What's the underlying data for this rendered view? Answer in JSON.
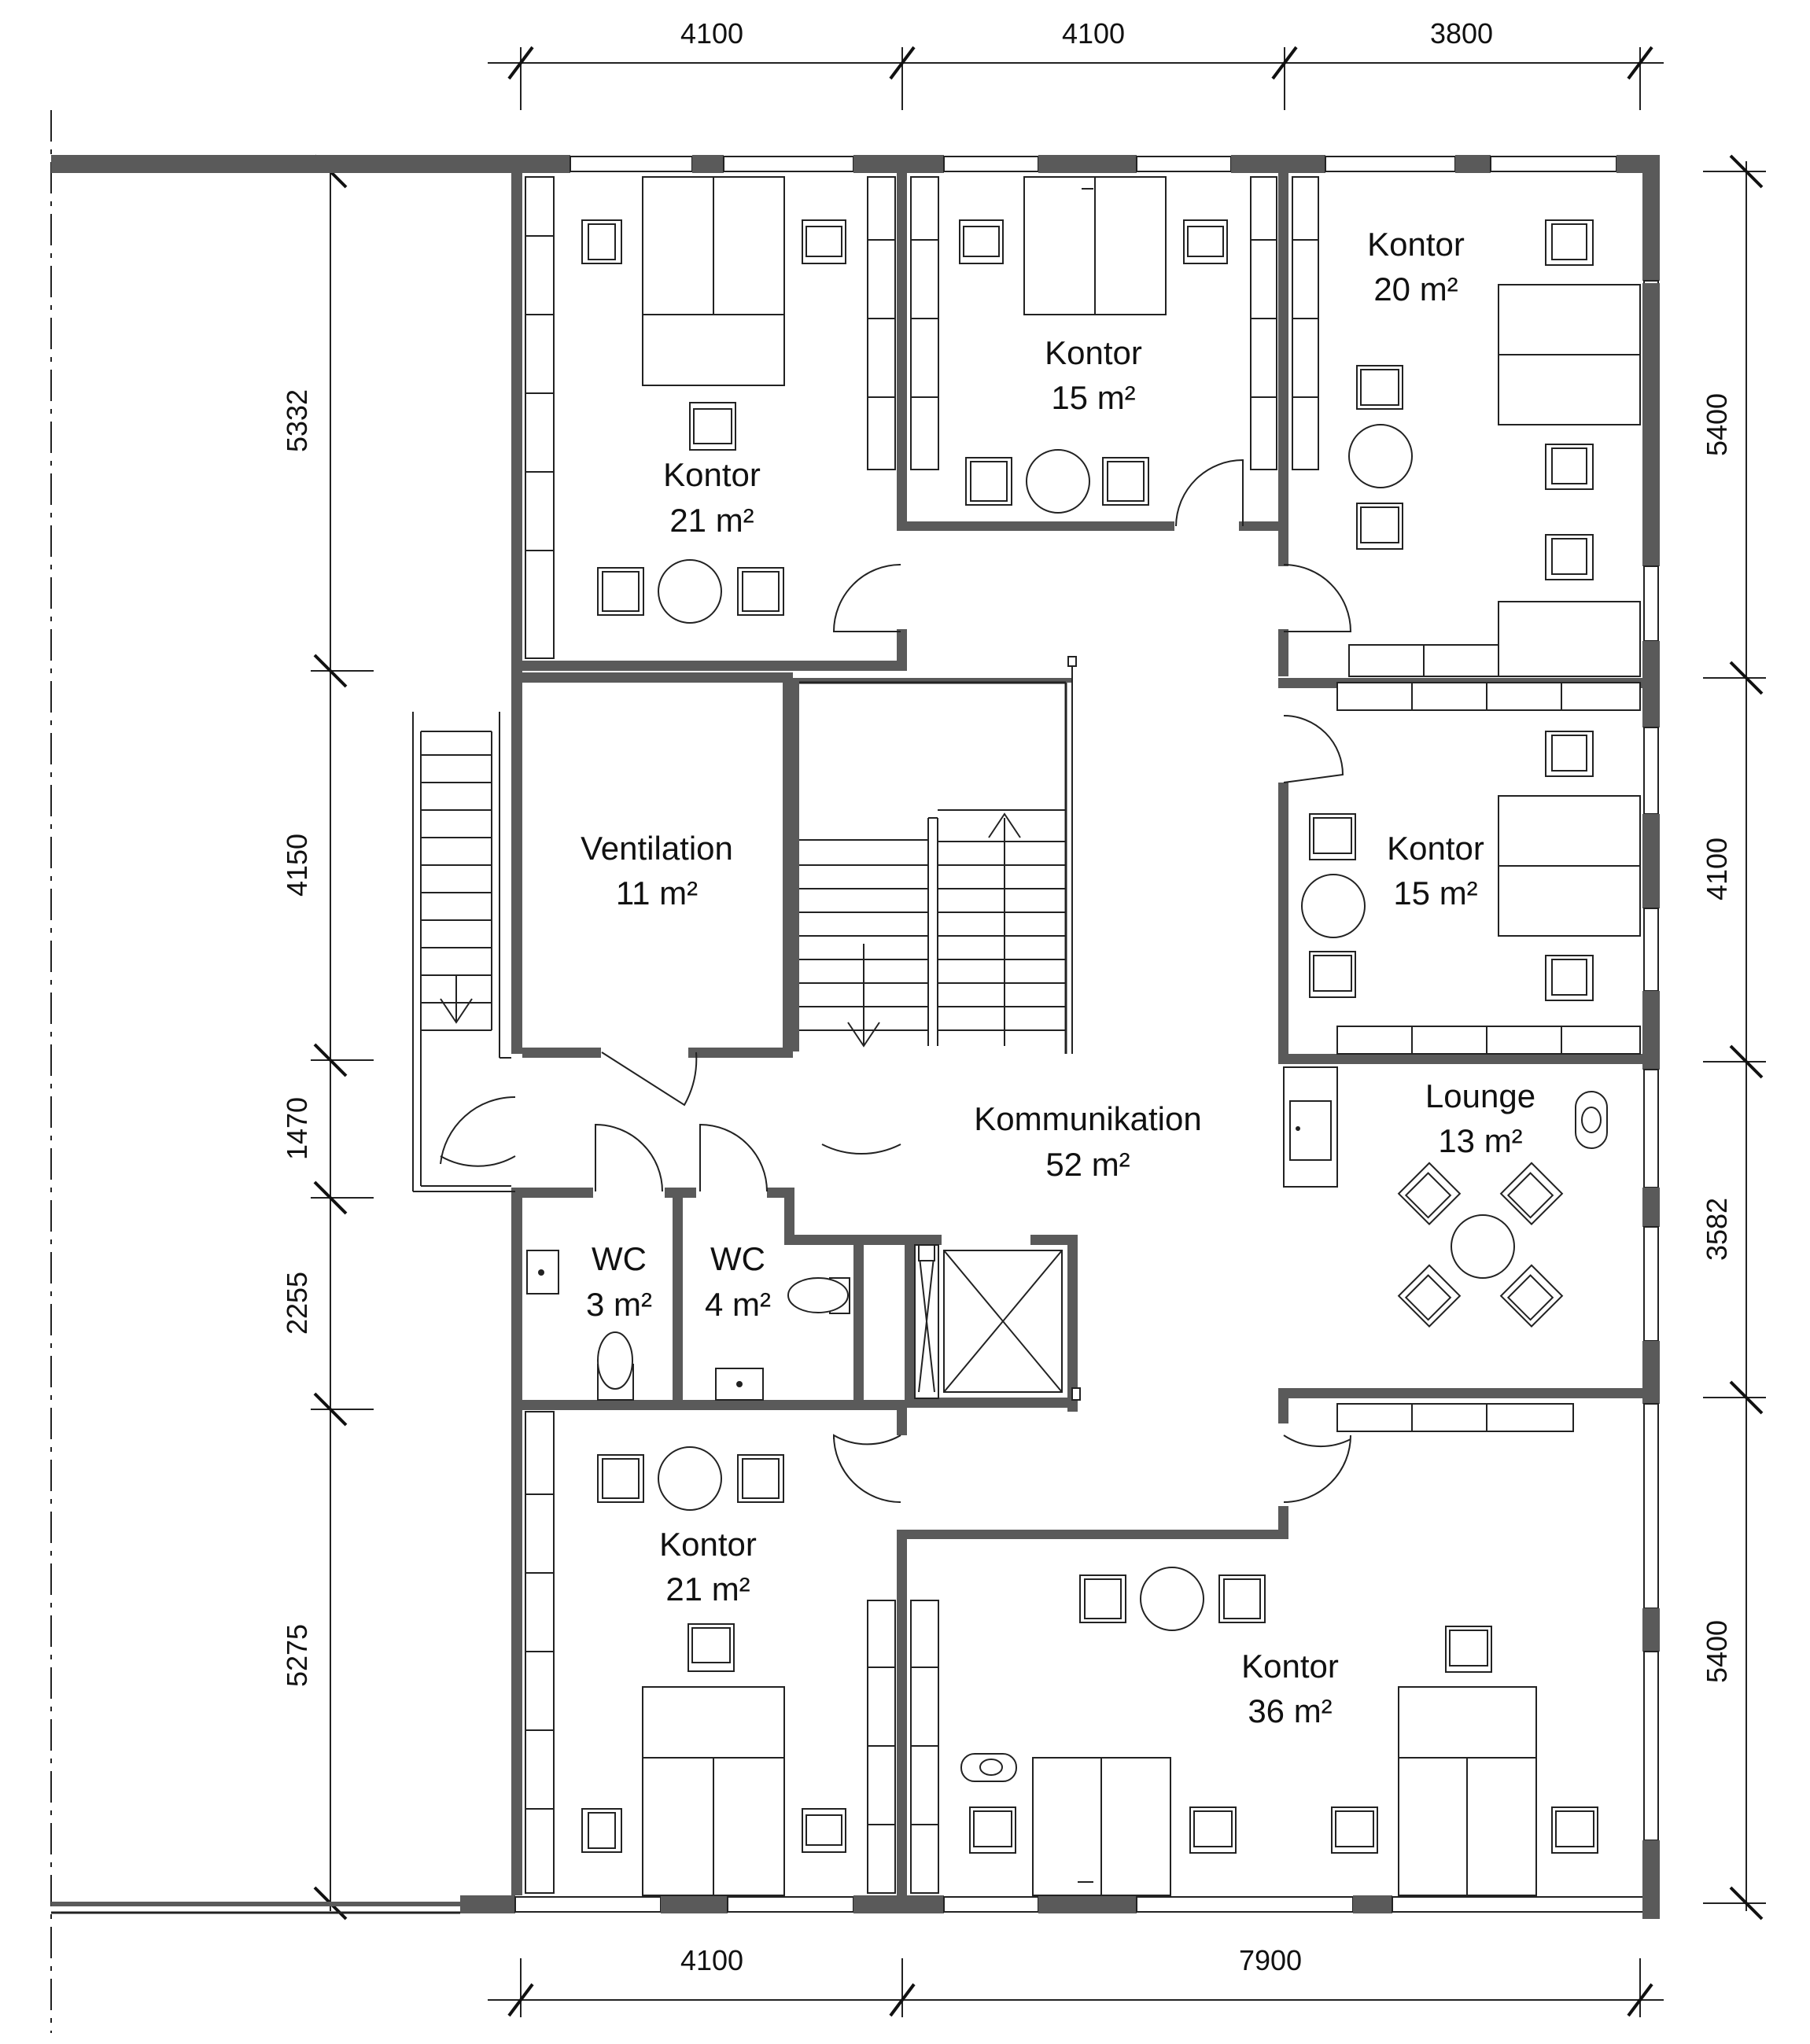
{
  "dimensions": {
    "top": [
      "4100",
      "4100",
      "3800"
    ],
    "bottom": [
      "4100",
      "7900"
    ],
    "left": [
      "5332",
      "4150",
      "1470",
      "2255",
      "5275"
    ],
    "right": [
      "5400",
      "4100",
      "3582",
      "5400"
    ]
  },
  "rooms": {
    "kontor_nw": {
      "name": "Kontor",
      "area": "21 m²"
    },
    "kontor_n": {
      "name": "Kontor",
      "area": "15 m²"
    },
    "kontor_ne": {
      "name": "Kontor",
      "area": "20 m²"
    },
    "ventilation": {
      "name": "Ventilation",
      "area": "11 m²"
    },
    "kontor_e": {
      "name": "Kontor",
      "area": "15 m²"
    },
    "kommunikation": {
      "name": "Kommunikation",
      "area": "52 m²"
    },
    "lounge": {
      "name": "Lounge",
      "area": "13 m²"
    },
    "wc1": {
      "name": "WC",
      "area": "3 m²"
    },
    "wc2": {
      "name": "WC",
      "area": "4 m²"
    },
    "kontor_sw": {
      "name": "Kontor",
      "area": "21 m²"
    },
    "kontor_se": {
      "name": "Kontor",
      "area": "36 m²"
    }
  }
}
